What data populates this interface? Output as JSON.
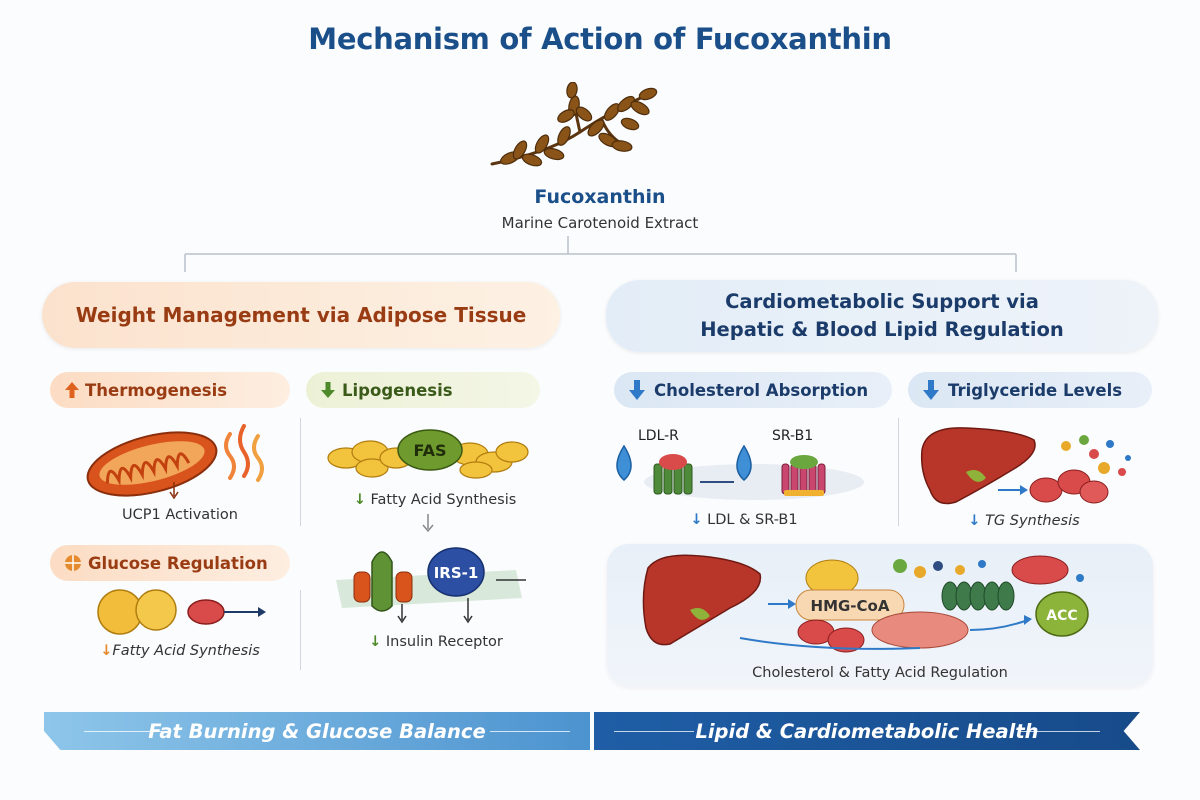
{
  "title": "Mechanism of Action of Fucoxanthin",
  "source": {
    "name": "Fucoxanthin",
    "subtitle": "Marine Carotenoid Extract"
  },
  "left_panel": {
    "header": "Weight Management via Adipose Tissue",
    "thermogenesis": {
      "label": "Thermogenesis",
      "direction": "up",
      "caption": "UCP1 Activation"
    },
    "lipogenesis": {
      "label": "Lipogenesis",
      "direction": "down",
      "enzyme": "FAS",
      "caption": "Fatty Acid Synthesis",
      "receptor": "IRS-1",
      "caption2": "Insulin Receptor"
    },
    "glucose": {
      "label": "Glucose Regulation",
      "caption": "Fatty Acid Synthesis"
    },
    "banner": "Fat Burning & Glucose Balance"
  },
  "right_panel": {
    "header_line1": "Cardiometabolic Support via",
    "header_line2": "Hepatic & Blood Lipid Regulation",
    "cholesterol": {
      "label": "Cholesterol Absorption",
      "direction": "down",
      "receptor1": "LDL-R",
      "receptor2": "SR-B1",
      "caption": "LDL & SR-B1"
    },
    "triglyceride": {
      "label": "Triglyceride Levels",
      "direction": "down",
      "caption": "TG Synthesis"
    },
    "regulation": {
      "enzyme1": "HMG-CoA",
      "enzyme2": "ACC",
      "caption": "Cholesterol & Fatty Acid Regulation"
    },
    "banner": "Lipid & Cardiometabolic Health"
  },
  "colors": {
    "title": "#1b4f8a",
    "orange_accent": "#e0621f",
    "green_accent": "#4e8a2a",
    "blue_accent": "#2f7ac8"
  }
}
